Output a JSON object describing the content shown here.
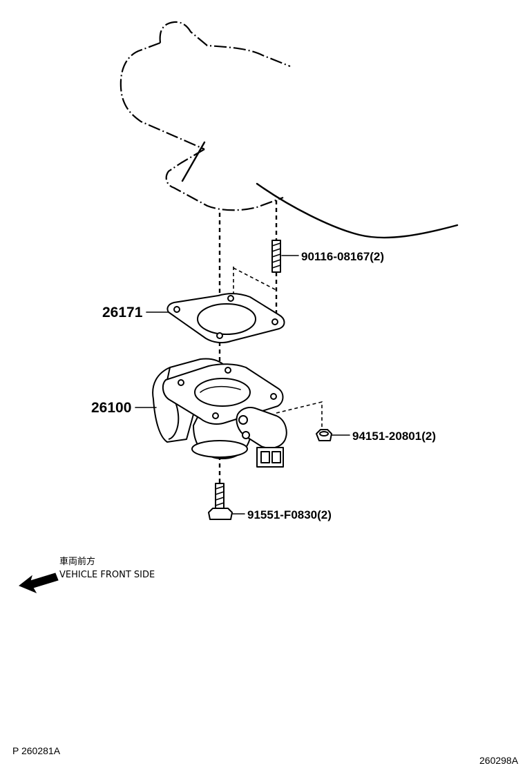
{
  "diagram": {
    "parts": [
      {
        "key": "stud",
        "number": "90116-08167(2)"
      },
      {
        "key": "gasket",
        "number": "26171"
      },
      {
        "key": "throttle_body",
        "number": "26100"
      },
      {
        "key": "nut",
        "number": "94151-20801(2)"
      },
      {
        "key": "bolt",
        "number": "91551-F0830(2)"
      }
    ],
    "direction": {
      "jp_label": "車両前方",
      "en_label": "VEHICLE FRONT SIDE"
    },
    "footer": {
      "left_code": "P 260281A",
      "right_code": "260298A"
    }
  }
}
